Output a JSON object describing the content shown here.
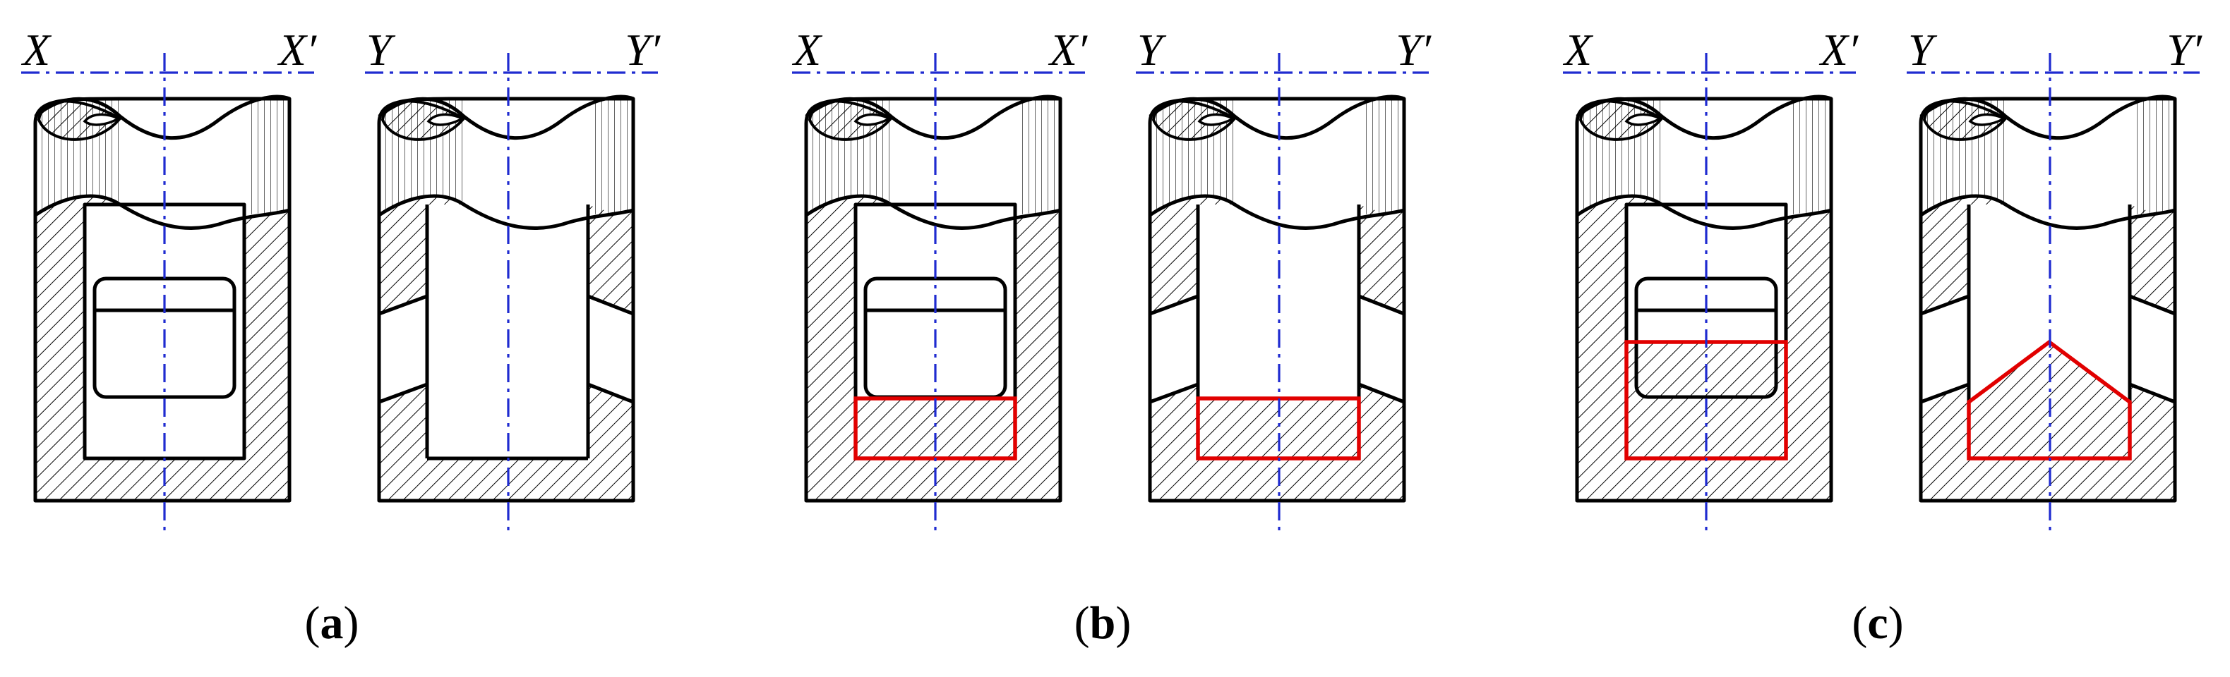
{
  "colors": {
    "center_line": "#1f2bd0",
    "highlight": "#e10000",
    "ink": "#000000"
  },
  "panels": [
    {
      "id": "a",
      "caption": "a",
      "views": [
        {
          "type": "X",
          "label_left": "X",
          "label_right": "X′",
          "highlight": "none"
        },
        {
          "type": "Y",
          "label_left": "Y",
          "label_right": "Y′",
          "highlight": "none"
        }
      ]
    },
    {
      "id": "b",
      "caption": "b",
      "views": [
        {
          "type": "X",
          "label_left": "X",
          "label_right": "X′",
          "highlight": "low-rect"
        },
        {
          "type": "Y",
          "label_left": "Y",
          "label_right": "Y′",
          "highlight": "low-rect"
        }
      ]
    },
    {
      "id": "c",
      "caption": "c",
      "views": [
        {
          "type": "X",
          "label_left": "X",
          "label_right": "X′",
          "highlight": "tall-rect"
        },
        {
          "type": "Y",
          "label_left": "Y",
          "label_right": "Y′",
          "highlight": "pentagon"
        }
      ]
    }
  ]
}
